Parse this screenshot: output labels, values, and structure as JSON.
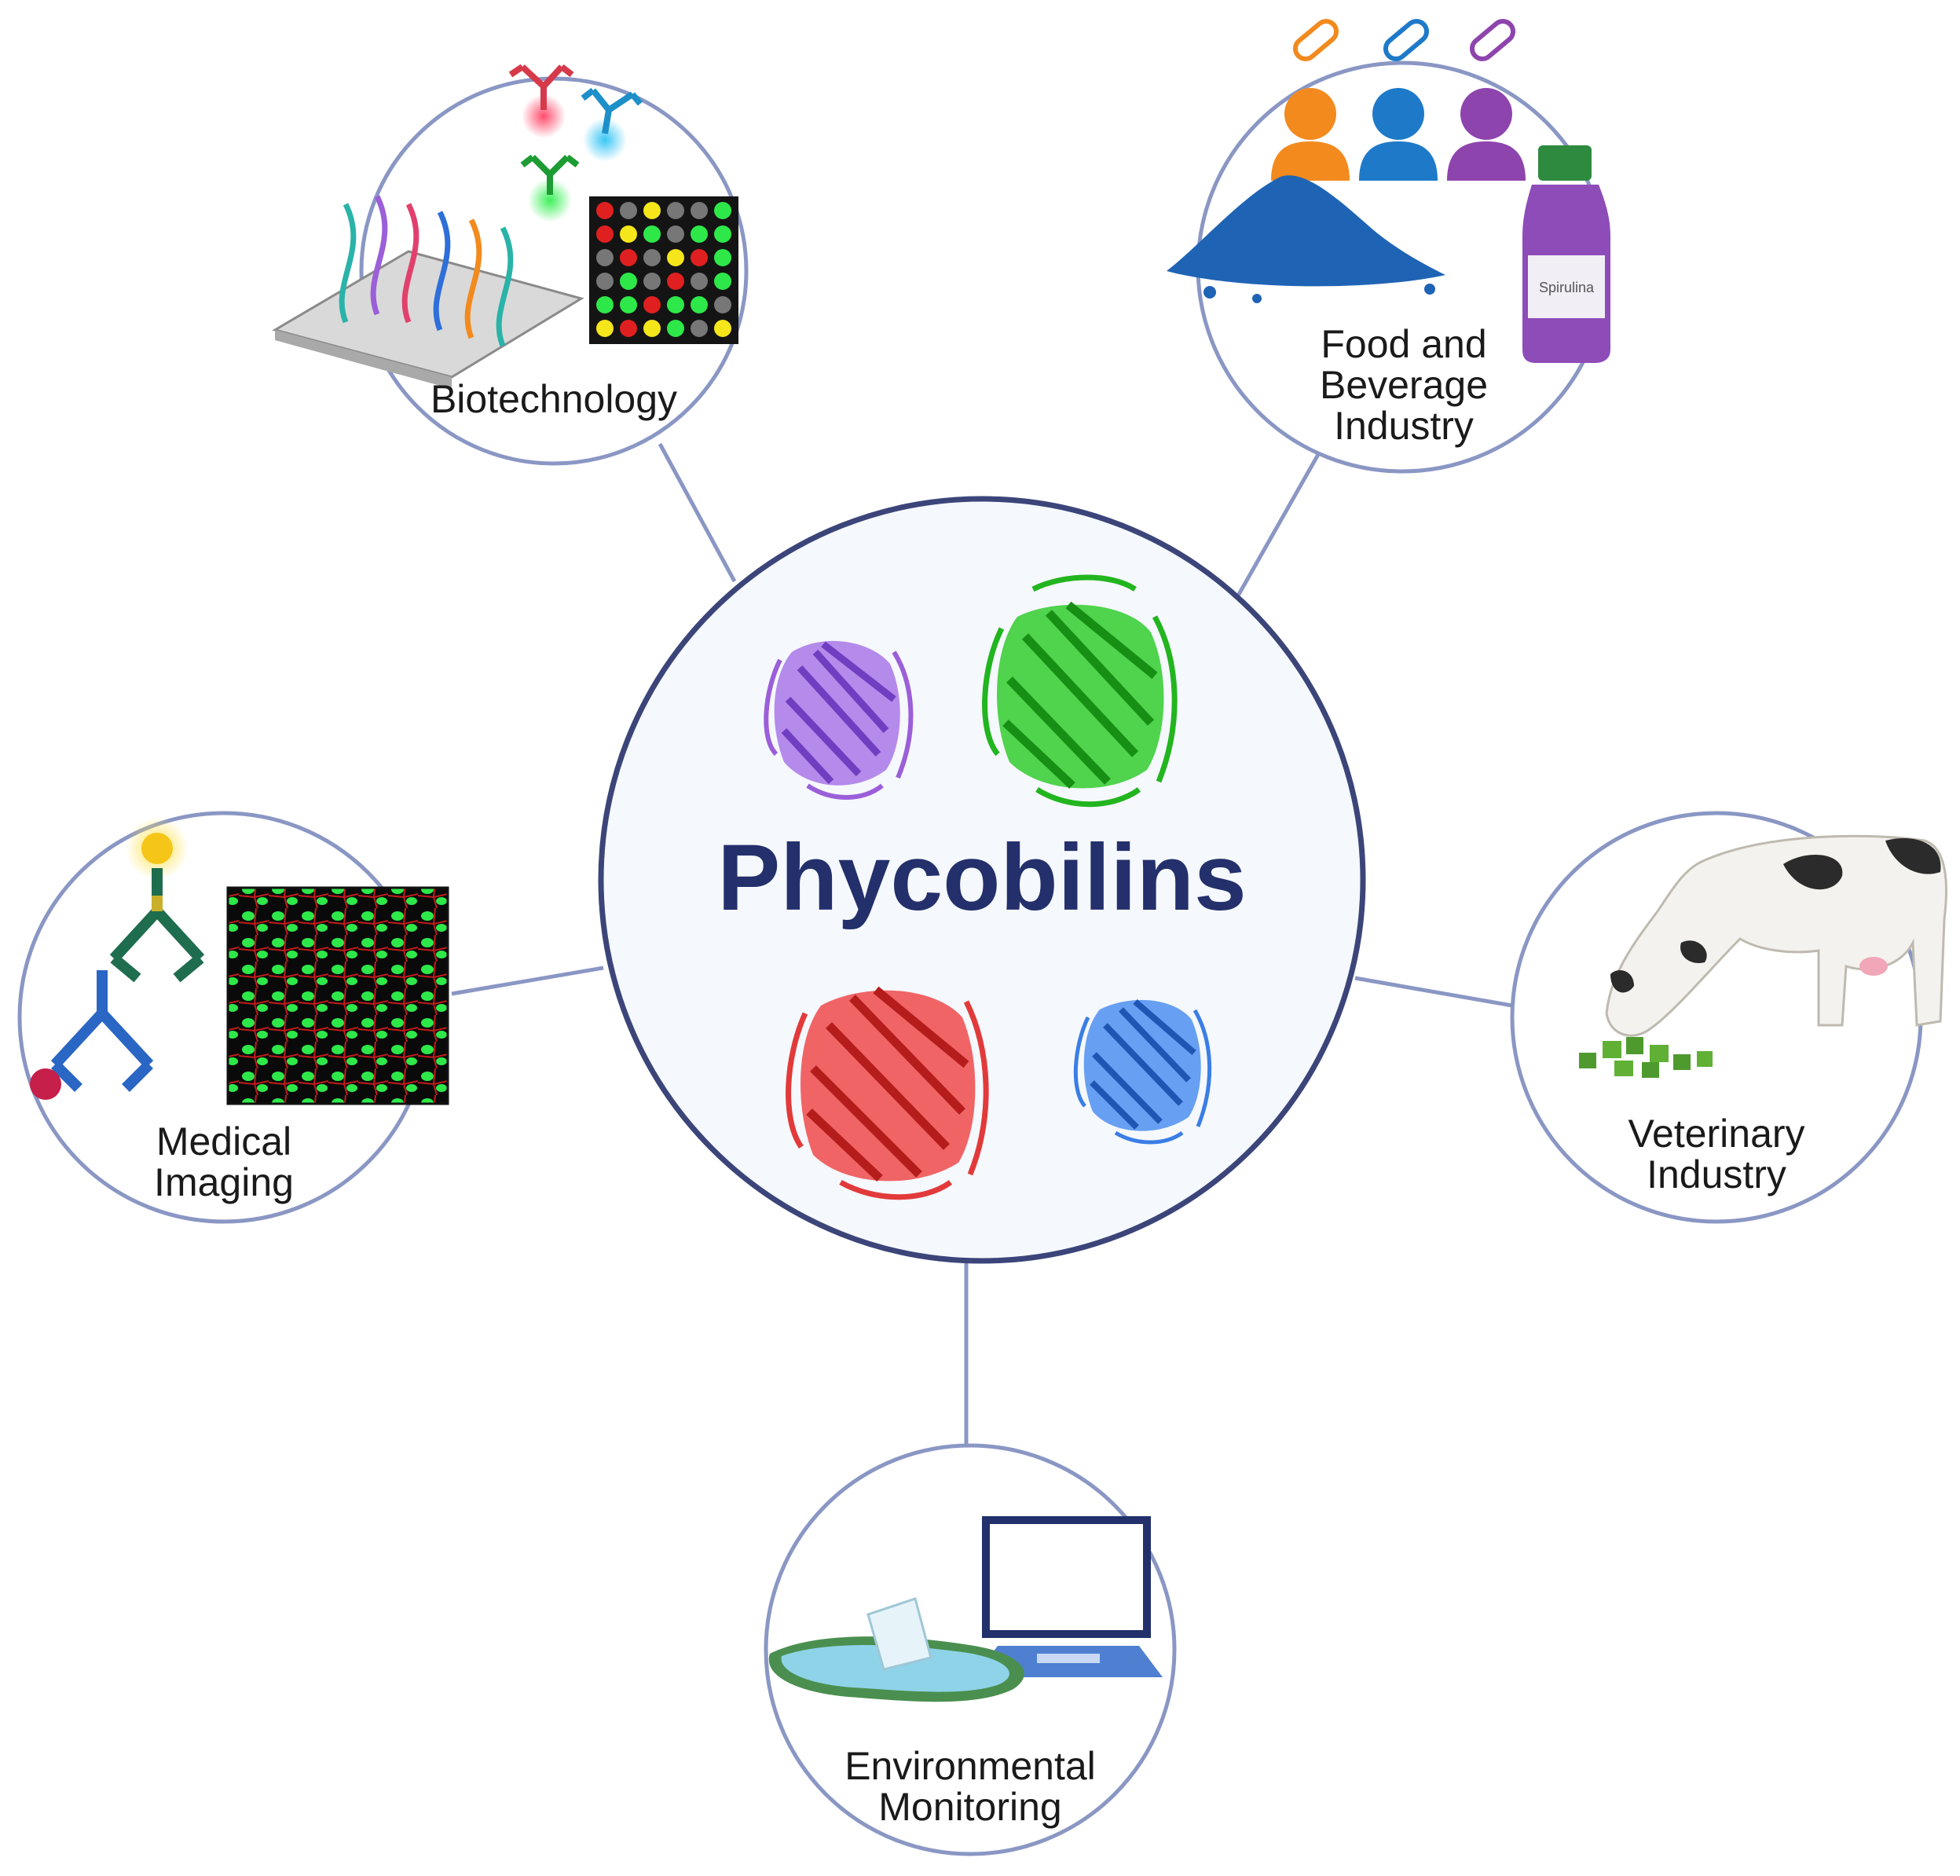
{
  "hub": {
    "title": "Phycobilins",
    "proteins": [
      {
        "name": "protein-purple-icon",
        "color": "#9b5fd9"
      },
      {
        "name": "protein-green-icon",
        "color": "#22b51f"
      },
      {
        "name": "protein-red-icon",
        "color": "#e23a3a"
      },
      {
        "name": "protein-blue-icon",
        "color": "#3a7ee6"
      }
    ]
  },
  "nodes": {
    "biotech": {
      "label": "Biotechnology",
      "icons": [
        "dna-slide-icon",
        "antibody-icon",
        "microarray-icon"
      ]
    },
    "food": {
      "line1": "Food and",
      "line2": "Beverage",
      "line3": "Industry",
      "bottle_label": "Spirulina",
      "icons": [
        "people-icon",
        "capsule-icon",
        "powder-pile-icon",
        "bottle-icon"
      ]
    },
    "medical": {
      "line1": "Medical",
      "line2": "Imaging",
      "icons": [
        "antibody-icon",
        "cell-image-icon"
      ]
    },
    "veterinary": {
      "line1": "Veterinary",
      "line2": "Industry",
      "icons": [
        "cow-icon",
        "feed-pellets-icon"
      ]
    },
    "environmental": {
      "line1": "Environmental",
      "line2": "Monitoring",
      "icons": [
        "laptop-icon",
        "water-puddle-icon",
        "sample-cup-icon"
      ]
    }
  },
  "colors": {
    "ring": "#8a97c4",
    "hub_ring": "#3b4579",
    "title": "#23306b",
    "orange": "#f28a1e",
    "blue": "#1e7ac9",
    "purple": "#8e44ad"
  }
}
